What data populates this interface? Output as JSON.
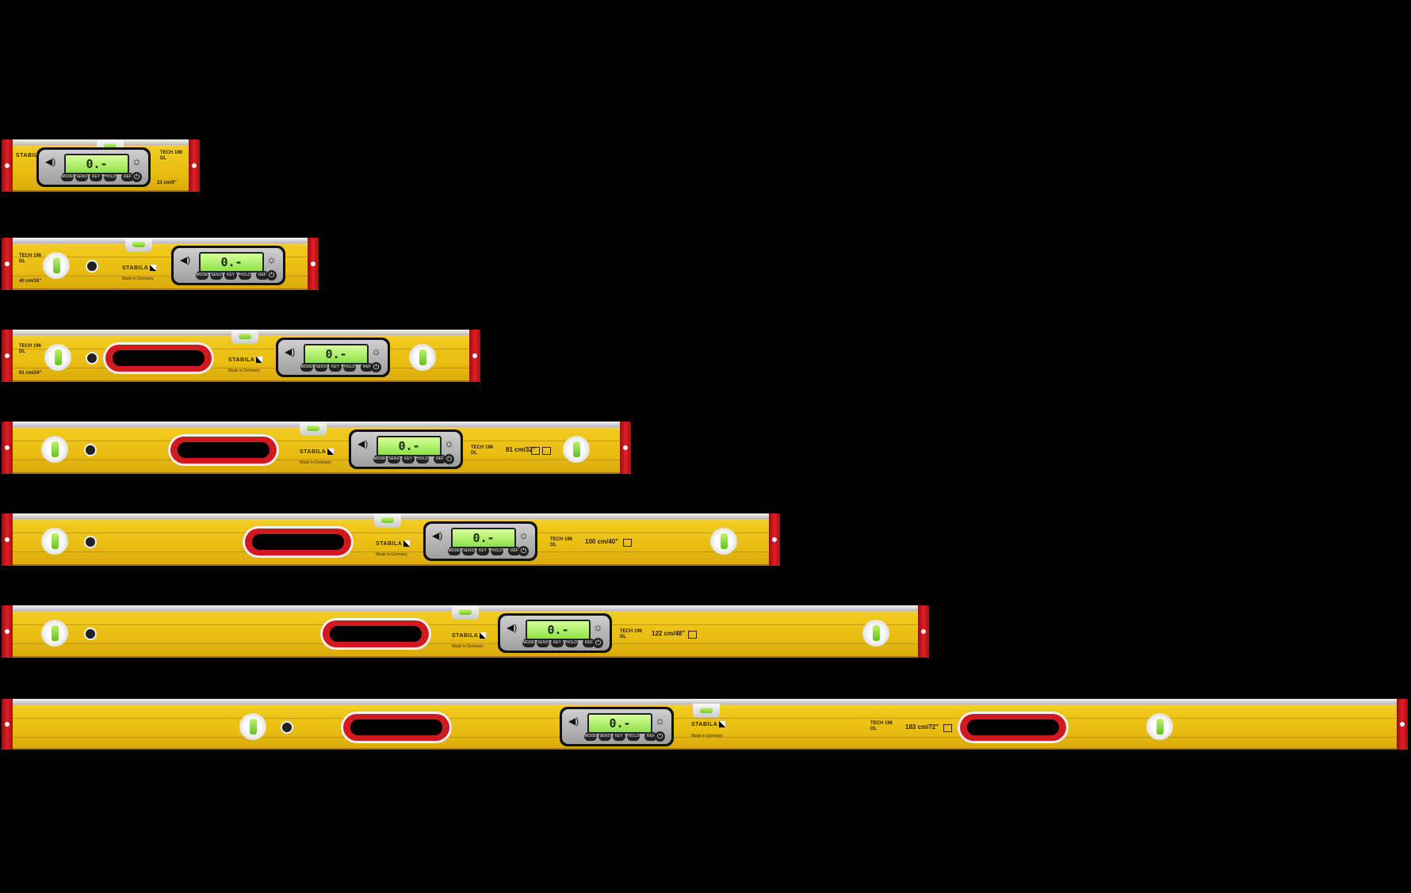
{
  "background_color": "#000000",
  "accent_yellow": "#f0c81c",
  "accent_red": "#e21d24",
  "lcd_green": "#a6ec5e",
  "levels": [
    {
      "size": "23 cm/9\"",
      "brand": "STABILA",
      "model": "TECH 196 DL",
      "display": "0.-",
      "buttons": [
        "MODE",
        "SENS",
        "KEY",
        "HOLD",
        "REF"
      ]
    },
    {
      "size": "40 cm/16\"",
      "brand": "STABILA",
      "model": "TECH 196 DL",
      "made": "Made in Germany",
      "display": "0.-",
      "buttons": [
        "MODE",
        "SENS",
        "KEY",
        "HOLD",
        "REF"
      ]
    },
    {
      "size": "61 cm/24\"",
      "brand": "STABILA",
      "model": "TECH 196 DL",
      "made": "Made in Germany",
      "display": "0.-",
      "buttons": [
        "MODE",
        "SENS",
        "KEY",
        "HOLD",
        "REF"
      ]
    },
    {
      "size": "81 cm/32\"",
      "brand": "STABILA",
      "model": "TECH 196 DL",
      "made": "Made in Germany",
      "display": "0.-",
      "buttons": [
        "MODE",
        "SENS",
        "KEY",
        "HOLD",
        "REF"
      ]
    },
    {
      "size": "100 cm/40\"",
      "brand": "STABILA",
      "model": "TECH 196 DL",
      "made": "Made in Germany",
      "display": "0.-",
      "buttons": [
        "MODE",
        "SENS",
        "KEY",
        "HOLD",
        "REF"
      ]
    },
    {
      "size": "122 cm/48\"",
      "brand": "STABILA",
      "model": "TECH 196 DL",
      "made": "Made in Germany",
      "display": "0.-",
      "buttons": [
        "MODE",
        "SENS",
        "KEY",
        "HOLD",
        "REF"
      ]
    },
    {
      "size": "183 cm/72\"",
      "brand": "STABILA",
      "model": "TECH 196 DL",
      "made": "Made in Germany",
      "display": "0.-",
      "buttons": [
        "MODE",
        "SENS",
        "KEY",
        "HOLD",
        "REF"
      ]
    }
  ]
}
